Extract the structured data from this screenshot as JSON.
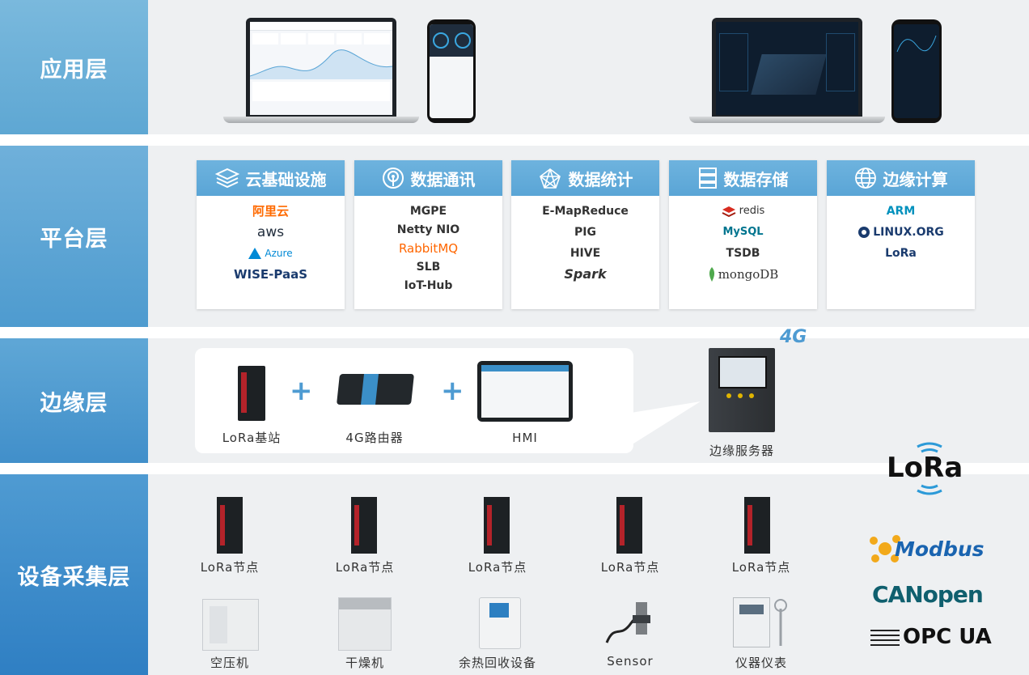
{
  "layers": {
    "application": "应用层",
    "platform": "平台层",
    "edge": "边缘层",
    "device": "设备采集层"
  },
  "platform_cards": [
    {
      "title": "云基础设施",
      "icon": "layers-icon",
      "items": [
        "阿里云",
        "aws",
        "Azure",
        "WISE-PaaS"
      ]
    },
    {
      "title": "数据通讯",
      "icon": "signal-icon",
      "items": [
        "MGPE",
        "Netty NIO",
        "RabbitMQ",
        "SLB",
        "IoT-Hub"
      ]
    },
    {
      "title": "数据统计",
      "icon": "network-icon",
      "items": [
        "E-MapReduce",
        "PIG",
        "HIVE",
        "Spark"
      ]
    },
    {
      "title": "数据存储",
      "icon": "storage-icon",
      "items": [
        "redis",
        "MySQL",
        "TSDB",
        "mongoDB"
      ]
    },
    {
      "title": "边缘计算",
      "icon": "globe-icon",
      "items": [
        "ARM",
        "LINUX.ORG",
        "LoRa"
      ]
    }
  ],
  "edge": {
    "devices": [
      "LoRa基站",
      "4G路由器",
      "HMI"
    ],
    "server": "边缘服务器",
    "badge": "4G"
  },
  "device_row1": [
    "LoRa节点",
    "LoRa节点",
    "LoRa节点",
    "LoRa节点",
    "LoRa节点"
  ],
  "device_row2": [
    "空压机",
    "干燥机",
    "余热回收设备",
    "Sensor",
    "仪器仪表"
  ],
  "protocols": [
    "LoRa",
    "Modbus",
    "CANopen",
    "OPC UA"
  ],
  "colors": {
    "accent": "#4e9bd2",
    "alibaba": "#ff6a00",
    "aws": "#232f3e",
    "azure": "#0089d6",
    "wise": "#1a3b6e",
    "rabbit": "#ff6600",
    "redis": "#d82c20",
    "mysql": "#00758f",
    "mongo": "#4fa94d",
    "arm": "#0091bd",
    "modbus": "#1a64b0",
    "canopen": "#0f5f6e"
  }
}
